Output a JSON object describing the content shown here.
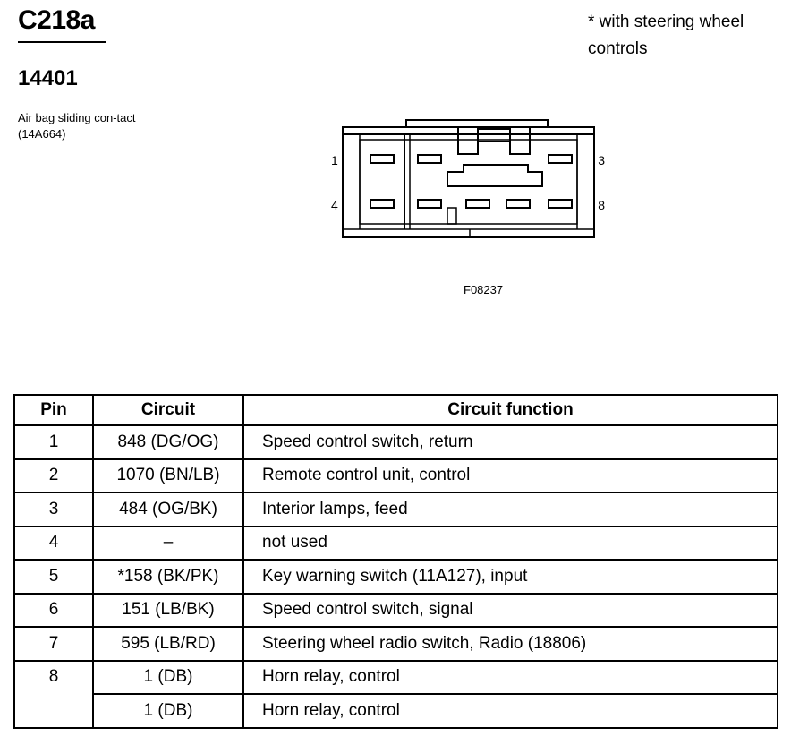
{
  "header": {
    "connector_id": "C218a",
    "part_number": "14401",
    "description": "Air bag sliding con-tact (14A664)",
    "footnote": "* with steering wheel controls"
  },
  "diagram": {
    "pin_labels": {
      "top_left": "1",
      "bottom_left": "4",
      "top_right": "3",
      "bottom_right": "8"
    },
    "figure_id": "F08237"
  },
  "table": {
    "headers": {
      "pin": "Pin",
      "circuit": "Circuit",
      "function": "Circuit function"
    },
    "rows": [
      {
        "pin": "1",
        "circuit": "848 (DG/OG)",
        "function": "Speed control switch, return"
      },
      {
        "pin": "2",
        "circuit": "1070 (BN/LB)",
        "function": "Remote control unit, control"
      },
      {
        "pin": "3",
        "circuit": "484 (OG/BK)",
        "function": "Interior lamps, feed"
      },
      {
        "pin": "4",
        "circuit": "–",
        "function": "not used"
      },
      {
        "pin": "5",
        "circuit": "*158 (BK/PK)",
        "function": "Key warning switch (11A127), input"
      },
      {
        "pin": "6",
        "circuit": "151 (LB/BK)",
        "function": "Speed control switch, signal"
      },
      {
        "pin": "7",
        "circuit": "595 (LB/RD)",
        "function": "Steering wheel radio switch, Radio (18806)"
      },
      {
        "pin": "8",
        "circuit": "1 (DB)",
        "function": "Horn relay, control"
      },
      {
        "pin": "",
        "circuit": "1 (DB)",
        "function": "Horn relay, control"
      }
    ]
  }
}
